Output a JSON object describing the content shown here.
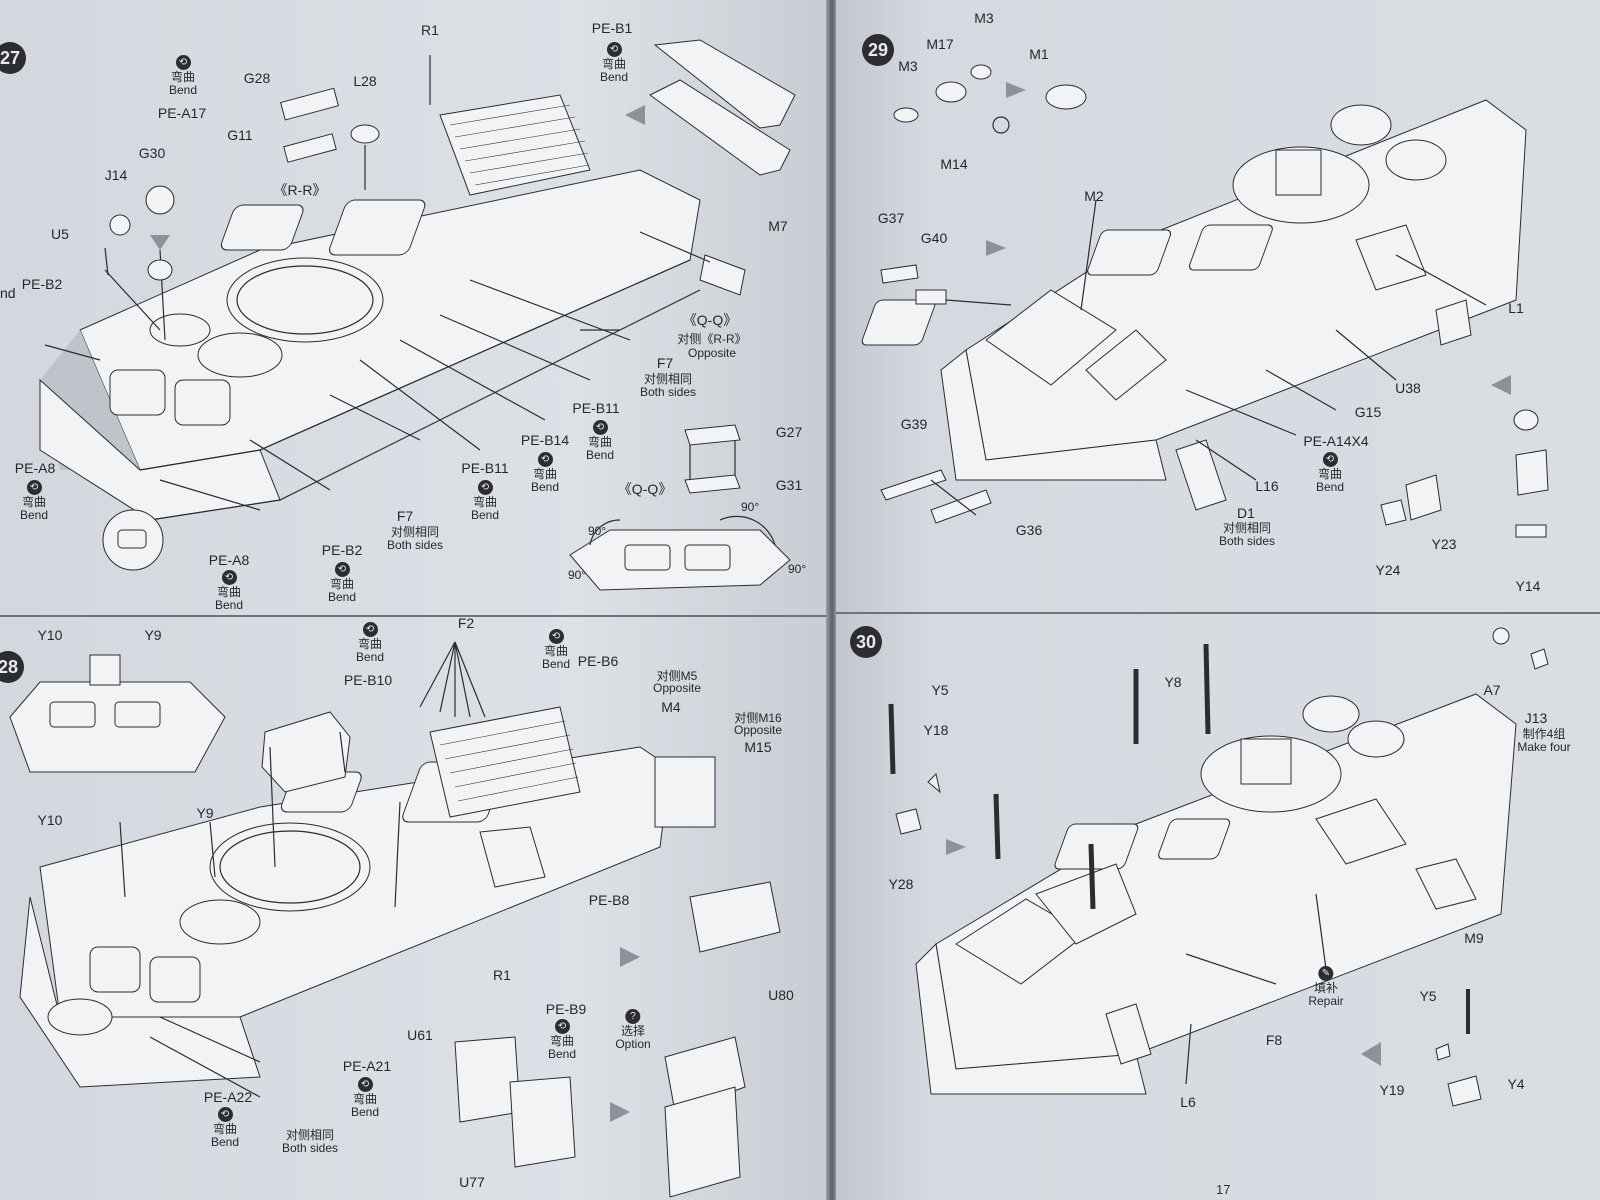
{
  "steps": {
    "s27": {
      "num": "27"
    },
    "s28": {
      "num": "28"
    },
    "s29": {
      "num": "29"
    },
    "s30": {
      "num": "30"
    }
  },
  "notes": {
    "bend_cn": "弯曲",
    "bend_en": "Bend",
    "both_cn": "对侧相同",
    "both_en": "Both sides",
    "opp_cn": "对侧",
    "opposite_en": "Opposite",
    "repair_cn": "填补",
    "repair_en": "Repair",
    "option_cn": "选择",
    "option_en": "Option",
    "make4_cn": "制作4组",
    "make4_en": "Make four"
  },
  "step27": {
    "labels": {
      "r1": "R1",
      "peb1": "PE-B1",
      "g28": "G28",
      "l28": "L28",
      "pea17": "PE-A17",
      "g11": "G11",
      "rr": "《R-R》",
      "g30": "G30",
      "j14": "J14",
      "u5": "U5",
      "peb2a": "PE-B2",
      "m7": "M7",
      "qq": "《Q-Q》",
      "opp_rr": "对侧《R-R》",
      "f7a": "F7",
      "peb11a": "PE-B11",
      "peb14": "PE-B14",
      "peb11b": "PE-B11",
      "f7b": "F7",
      "pea8a": "PE-A8",
      "pea8b": "PE-A8",
      "peb2b": "PE-B2",
      "g27": "G27",
      "g31": "G31",
      "qq2": "《Q-Q》",
      "deg90a": "90°",
      "deg90b": "90°",
      "deg90c": "90°",
      "deg90d": "90°",
      "nd": "nd"
    }
  },
  "step28": {
    "labels": {
      "y10a": "Y10",
      "y9a": "Y9",
      "f2": "F2",
      "peb10": "PE-B10",
      "peb6": "PE-B6",
      "m5opp": "对侧M5",
      "m4": "M4",
      "m16opp": "对侧M16",
      "m15": "M15",
      "y10b": "Y10",
      "y9b": "Y9",
      "peb8": "PE-B8",
      "r1": "R1",
      "peb9": "PE-B9",
      "u80": "U80",
      "u61": "U61",
      "pea21": "PE-A21",
      "pea22": "PE-A22",
      "u77": "U77"
    }
  },
  "step29": {
    "labels": {
      "m3a": "M3",
      "m17": "M17",
      "m3b": "M3",
      "m1": "M1",
      "m14": "M14",
      "m2": "M2",
      "g37": "G37",
      "g40": "G40",
      "l1": "L1",
      "u38": "U38",
      "g15": "G15",
      "pea14": "PE-A14X4",
      "g39": "G39",
      "l16": "L16",
      "g36": "G36",
      "d1": "D1",
      "y23": "Y23",
      "y24": "Y24",
      "y14": "Y14"
    }
  },
  "step30": {
    "labels": {
      "y5a": "Y5",
      "y8": "Y8",
      "a7": "A7",
      "j13": "J13",
      "y18": "Y18",
      "y28": "Y28",
      "m9": "M9",
      "f8": "F8",
      "y5b": "Y5",
      "y19": "Y19",
      "y4": "Y4",
      "l6": "L6"
    }
  },
  "page_number": "17"
}
